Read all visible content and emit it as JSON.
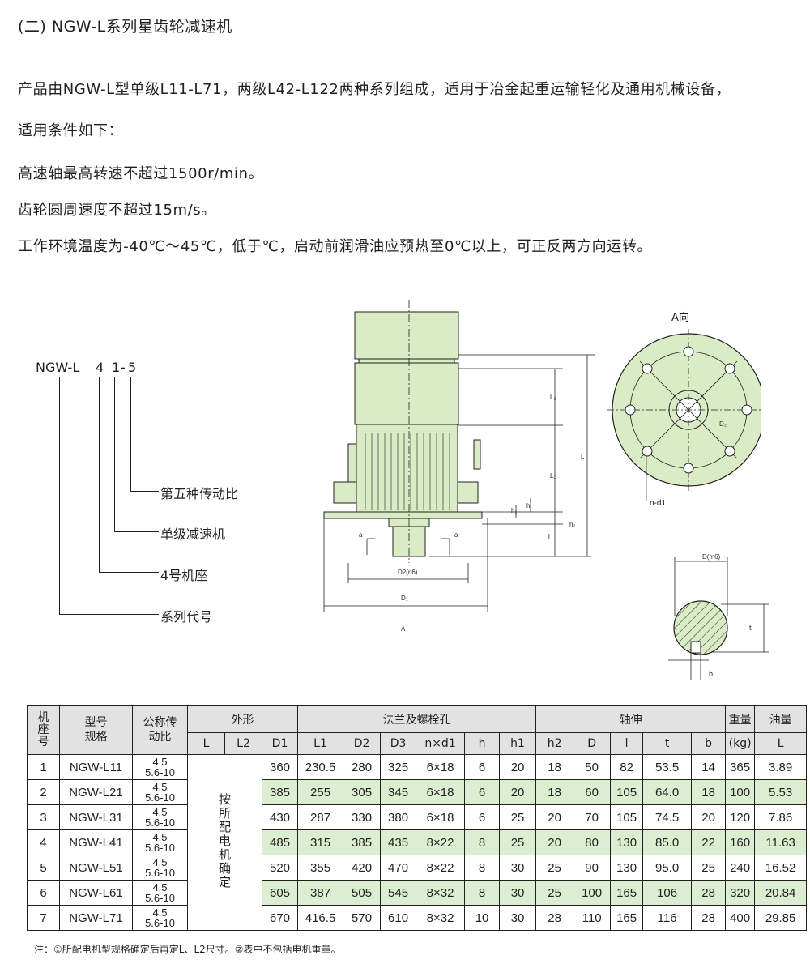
{
  "section_title": "(二) NGW-L系列星齿轮减速机",
  "intro": {
    "line1": "产品由NGW-L型单级L11-L71，两级L42-L122两种系列组成，适用于冶金起重运输轻化及通用机械设备，",
    "line2": "适用条件如下：",
    "cond1": "高速轴最高转速不超过1500r/min。",
    "cond2": "齿轮圆周速度不超过15m/s。",
    "cond3": "工作环境温度为-40℃～45℃，低于℃，启动前润滑油应预热至0℃以上，可正反两方向运转。"
  },
  "model_code": {
    "prefix": "NGW-L",
    "seat": "4",
    "stage": "1",
    "dash": "-",
    "ratio": "5",
    "labels": [
      "第五种传动比",
      "单级减速机",
      "4号机座",
      "系列代号"
    ]
  },
  "drawing_labels": {
    "view_a": "A向",
    "bolt": "n-d1",
    "bottom": "A",
    "L": "L",
    "L1": "L₁",
    "L2": "L₂",
    "h": "h",
    "h1": "h₁",
    "h2": "h₂",
    "l": "l",
    "a": "a",
    "D1": "D₁",
    "D2": "D2(n6)",
    "D2face": "D₂",
    "Dm6": "D(m6)",
    "t": "t",
    "b": "b"
  },
  "colors": {
    "body_green": "#d9ecc5",
    "row_green": "#dbeed0",
    "header_gray": "#e2e2e2"
  },
  "table": {
    "head1": {
      "seat": "机座号",
      "model": "型号规格",
      "ratio": "公称传动比",
      "outline": "外形",
      "flange": "法兰及螺栓孔",
      "shaft": "轴伸",
      "weight": "重量",
      "oil": "油量"
    },
    "head2": [
      "L",
      "L2",
      "D1",
      "L1",
      "D2",
      "D3",
      "n×d1",
      "h",
      "h1",
      "h2",
      "D",
      "l",
      "t",
      "b",
      "(kg)",
      "L"
    ],
    "motor_note": "按所配电机确定",
    "rows": [
      {
        "no": "1",
        "model": "NGW-L11",
        "r1": "4.5",
        "r2": "5.6-10",
        "D1": "360",
        "L1": "230.5",
        "D2": "280",
        "D3": "325",
        "nd1": "6×18",
        "h": "6",
        "h1": "20",
        "h2": "18",
        "D": "50",
        "l": "82",
        "t": "53.5",
        "b": "14",
        "kg": "365",
        "oil": "3.89"
      },
      {
        "no": "2",
        "model": "NGW-L21",
        "r1": "4.5",
        "r2": "5.6-10",
        "D1": "385",
        "L1": "255",
        "D2": "305",
        "D3": "345",
        "nd1": "6×18",
        "h": "6",
        "h1": "20",
        "h2": "18",
        "D": "60",
        "l": "105",
        "t": "64.0",
        "b": "18",
        "kg": "100",
        "oil": "5.53"
      },
      {
        "no": "3",
        "model": "NGW-L31",
        "r1": "4.5",
        "r2": "5.6-10",
        "D1": "430",
        "L1": "287",
        "D2": "330",
        "D3": "380",
        "nd1": "6×18",
        "h": "6",
        "h1": "25",
        "h2": "20",
        "D": "70",
        "l": "105",
        "t": "74.5",
        "b": "20",
        "kg": "120",
        "oil": "7.86"
      },
      {
        "no": "4",
        "model": "NGW-L41",
        "r1": "4.5",
        "r2": "5.6-10",
        "D1": "485",
        "L1": "315",
        "D2": "385",
        "D3": "435",
        "nd1": "8×22",
        "h": "8",
        "h1": "25",
        "h2": "20",
        "D": "80",
        "l": "130",
        "t": "85.0",
        "b": "22",
        "kg": "160",
        "oil": "11.63"
      },
      {
        "no": "5",
        "model": "NGW-L51",
        "r1": "4.5",
        "r2": "5.6-10",
        "D1": "520",
        "L1": "355",
        "D2": "420",
        "D3": "470",
        "nd1": "8×22",
        "h": "8",
        "h1": "30",
        "h2": "25",
        "D": "90",
        "l": "130",
        "t": "95.0",
        "b": "25",
        "kg": "240",
        "oil": "16.52"
      },
      {
        "no": "6",
        "model": "NGW-L61",
        "r1": "4.5",
        "r2": "5.6-10",
        "D1": "605",
        "L1": "387",
        "D2": "505",
        "D3": "545",
        "nd1": "8×32",
        "h": "8",
        "h1": "30",
        "h2": "25",
        "D": "100",
        "l": "165",
        "t": "106",
        "b": "28",
        "kg": "320",
        "oil": "20.84"
      },
      {
        "no": "7",
        "model": "NGW-L71",
        "r1": "4.5",
        "r2": "5.6-10",
        "D1": "670",
        "L1": "416.5",
        "D2": "570",
        "D3": "610",
        "nd1": "8×32",
        "h": "10",
        "h1": "30",
        "h2": "28",
        "D": "110",
        "l": "165",
        "t": "116",
        "b": "28",
        "kg": "400",
        "oil": "29.85"
      }
    ]
  },
  "note": "注：①所配电机型规格确定后再定L、L2尺寸。②表中不包括电机重量。"
}
